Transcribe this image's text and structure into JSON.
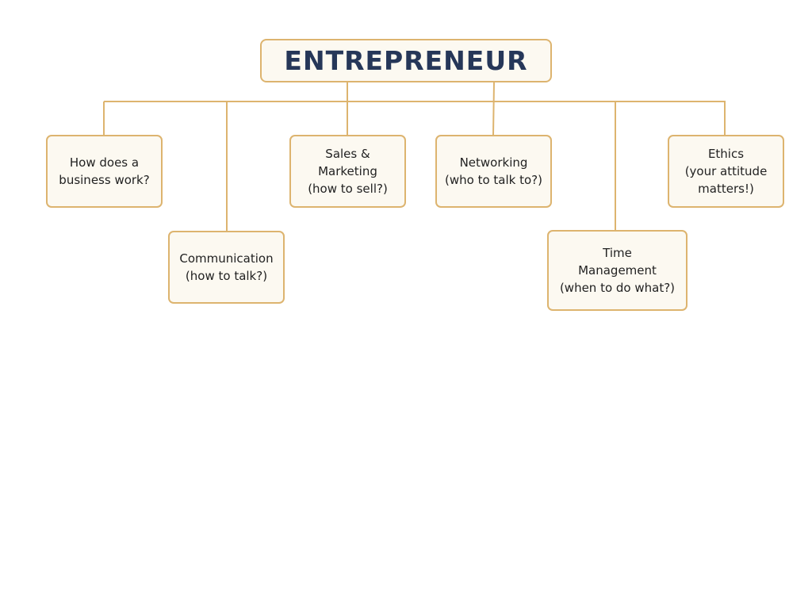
{
  "root": {
    "label": "ENTREPRENEUR"
  },
  "nodes": [
    {
      "lines": [
        "How does a",
        "business work?"
      ]
    },
    {
      "lines": [
        "Communication",
        "(how to talk?)"
      ]
    },
    {
      "lines": [
        "Sales &",
        "Marketing",
        "(how to sell?)"
      ]
    },
    {
      "lines": [
        "Networking",
        "(who to talk to?)"
      ]
    },
    {
      "lines": [
        "Time",
        "Management",
        "(when to do what?)"
      ]
    },
    {
      "lines": [
        "Ethics",
        "(your attitude",
        "matters!)"
      ]
    }
  ],
  "colors": {
    "border": "#ddb46f",
    "fill": "#fcf9f1",
    "title": "#263759"
  }
}
